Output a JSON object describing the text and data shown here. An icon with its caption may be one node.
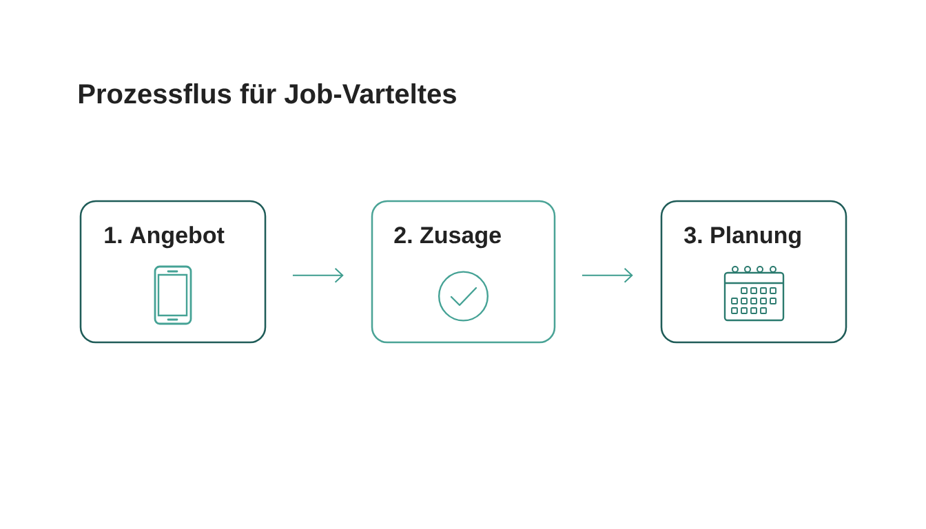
{
  "diagram": {
    "title": "Prozessflus für Job-Varteltes",
    "nodes": [
      {
        "text": [
          "1. Angebot"
        ]
      },
      {
        "text": [
          "2. Zusage"
        ]
      },
      {
        "text": [
          "3. Planung"
        ]
      }
    ],
    "edges": [
      {
        "from": 0,
        "to": 1,
        "arrow": "to"
      },
      {
        "from": 1,
        "to": 2,
        "arrow": "to"
      }
    ]
  }
}
